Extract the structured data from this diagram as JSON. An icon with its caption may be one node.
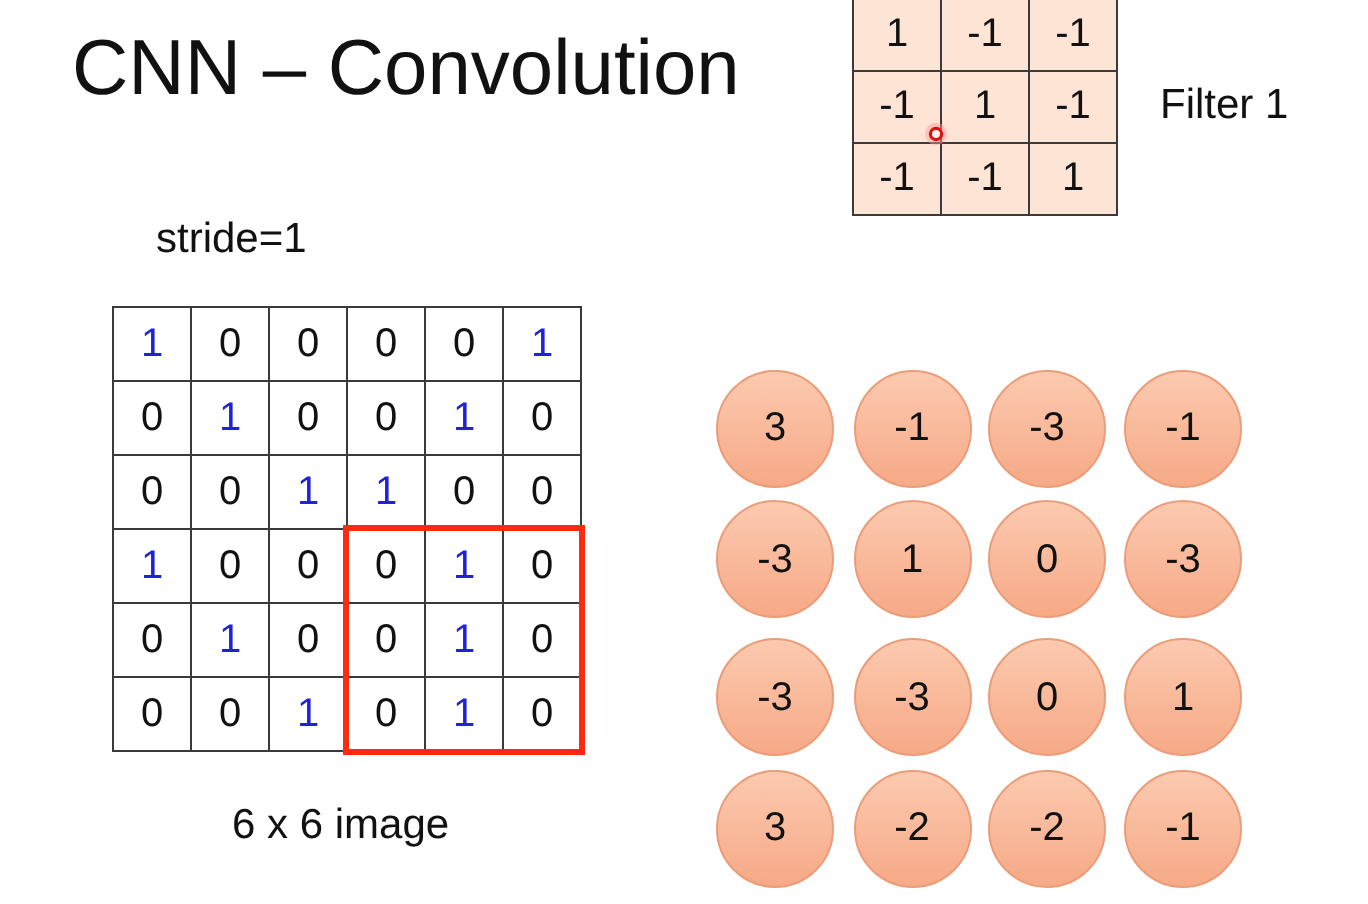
{
  "diagram": {
    "title": "CNN – Convolution",
    "nodes": [
      {
        "text": [
          "3"
        ]
      },
      {
        "text": [
          "-1"
        ]
      },
      {
        "text": [
          "-3"
        ]
      },
      {
        "text": [
          "-1"
        ]
      },
      {
        "text": [
          "-3"
        ]
      },
      {
        "text": [
          "1"
        ]
      },
      {
        "text": [
          "0"
        ]
      },
      {
        "text": [
          "-3"
        ]
      },
      {
        "text": [
          "-3"
        ]
      },
      {
        "text": [
          "-3"
        ]
      },
      {
        "text": [
          "0"
        ]
      },
      {
        "text": [
          "1"
        ]
      },
      {
        "text": [
          "3"
        ]
      },
      {
        "text": [
          "-2"
        ]
      },
      {
        "text": [
          "-2"
        ]
      },
      {
        "text": [
          "-1"
        ]
      }
    ],
    "labels": [
      "1",
      "-1",
      "-1",
      "-1",
      "1",
      "-1",
      "-1",
      "-1",
      "1",
      "Filter 1",
      "stride=1",
      "1",
      "0",
      "0",
      "0",
      "0",
      "1",
      "0",
      "1",
      "0",
      "0",
      "1",
      "0",
      "0",
      "0",
      "1",
      "1",
      "0",
      "0",
      "1",
      "0",
      "0",
      "0",
      "1",
      "0",
      "0",
      "1",
      "0",
      "0",
      "1",
      "0",
      "0",
      "0",
      "1",
      "0",
      "1",
      "0",
      "6 x 6 image"
    ]
  }
}
